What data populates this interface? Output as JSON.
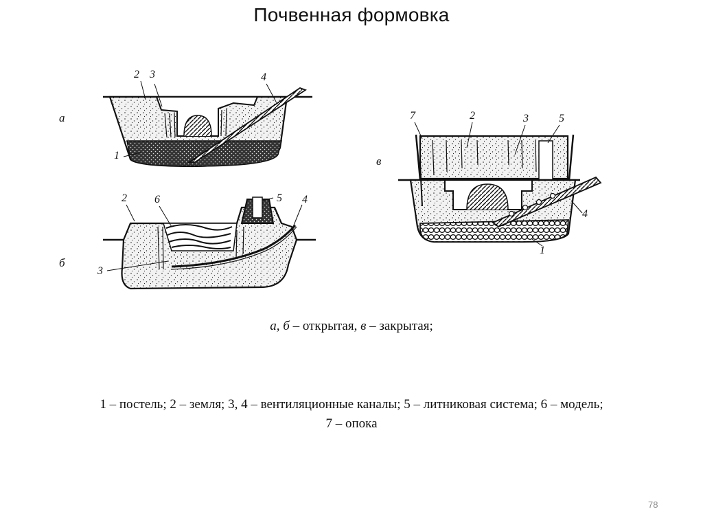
{
  "title": "Почвенная формовка",
  "figures": {
    "a": "а",
    "b": "б",
    "v": "в"
  },
  "callouts": {
    "a": [
      "2",
      "3",
      "4",
      "1"
    ],
    "b": [
      "2",
      "6",
      "5",
      "4",
      "3"
    ],
    "v": [
      "7",
      "2",
      "3",
      "5",
      "4",
      "1"
    ]
  },
  "caption": {
    "part1": "а, б",
    "part2": " – открытая, ",
    "part3": "в",
    "part4": " – закрытая;"
  },
  "legend": {
    "line1": "1 – постель; 2 – земля; 3, 4 – вентиляционные каналы; 5 – литниковая система; 6 – модель;",
    "line2": "7 – опока"
  },
  "page_number": "78"
}
